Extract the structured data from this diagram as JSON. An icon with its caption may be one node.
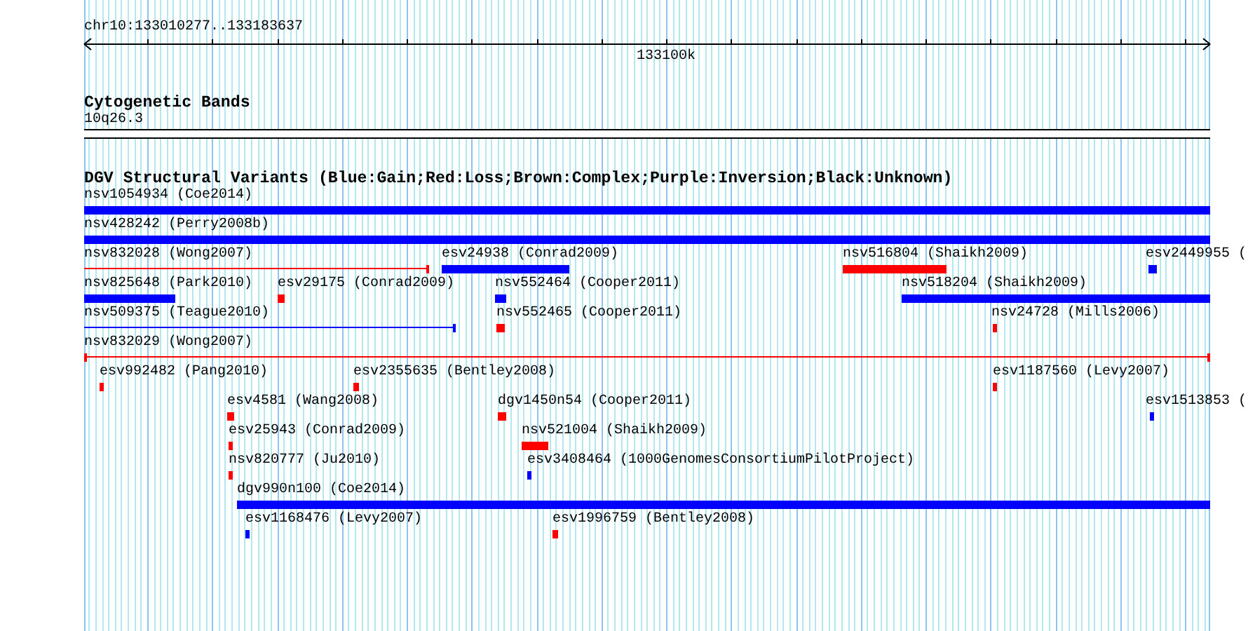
{
  "diagram": {
    "nodes": [
      {
        "text": [
          "10q26.3"
        ]
      },
      {
        "text": [
          "nsv1054934 (Coe2014)"
        ]
      },
      {
        "text": [
          "nsv428242 (Perry2008b)"
        ]
      },
      {
        "text": [
          "nsv832028 (Wong2007)"
        ]
      },
      {
        "text": [
          "esv24938 (Conrad2009)"
        ]
      },
      {
        "text": [
          "nsv516804 (Shaikh2009)"
        ]
      },
      {
        "text": [
          "esv2449955 ("
        ]
      },
      {
        "text": [
          "nsv825648 (Park2010)"
        ]
      },
      {
        "text": [
          "esv29175 (Conrad2009)"
        ]
      },
      {
        "text": [
          "nsv552464 (Cooper2011)"
        ]
      },
      {
        "text": [
          "nsv518204 (Shaikh2009)"
        ]
      },
      {
        "text": [
          "nsv509375 (Teague2010)"
        ]
      },
      {
        "text": [
          "nsv552465 (Cooper2011)"
        ]
      },
      {
        "text": [
          "nsv24728 (Mills2006)"
        ]
      },
      {
        "text": [
          "nsv832029 (Wong2007)"
        ]
      },
      {
        "text": [
          "esv992482 (Pang2010)"
        ]
      },
      {
        "text": [
          "esv2355635 (Bentley2008)"
        ]
      },
      {
        "text": [
          "esv1187560 (Levy2007)"
        ]
      },
      {
        "text": [
          "esv4581 (Wang2008)"
        ]
      },
      {
        "text": [
          "dgv1450n54 (Cooper2011)"
        ]
      },
      {
        "text": [
          "esv1513853 ("
        ]
      },
      {
        "text": [
          "esv25943 (Conrad2009)"
        ]
      },
      {
        "text": [
          "nsv521004 (Shaikh2009)"
        ]
      },
      {
        "text": [
          "nsv820777 (Ju2010)"
        ]
      },
      {
        "text": [
          "esv3408464 (1000GenomesConsortiumPilotProject)"
        ]
      },
      {
        "text": [
          "dgv990n100 (Coe2014)"
        ]
      },
      {
        "text": [
          "esv1168476 (Levy2007)"
        ]
      },
      {
        "text": [
          "esv1996759 (Bentley2008)"
        ]
      }
    ],
    "labels": [
      "chr10:133010277..133183637",
      "133100k",
      "Cytogenetic Bands",
      "DGV Structural Variants (Blue:Gain;Red:Loss;Brown:Complex;Purple:Inversion;Black:Unknown)"
    ]
  }
}
